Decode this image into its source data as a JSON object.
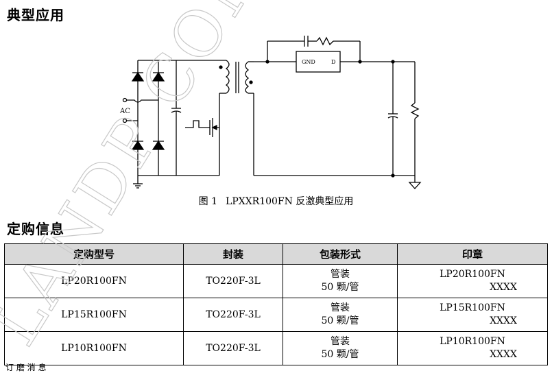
{
  "sections": {
    "application_title": "典型应用",
    "ordering_title": "定购信息"
  },
  "figure": {
    "caption_num": "图 1",
    "caption_text": "LPXXR100FN 反激典型应用",
    "labels": {
      "ac": "AC",
      "gnd": "GND",
      "d": "D"
    }
  },
  "watermark": "LANDP CONFIDENTIAL",
  "table": {
    "headers": [
      "定购型号",
      "封装",
      "包装形式",
      "印章"
    ],
    "rows": [
      {
        "model": "LP20R100FN",
        "package": "TO220F-3L",
        "pack1": "管装",
        "pack2": "50 颗/管",
        "mark1": "LP20R100FN",
        "mark2": "XXXX"
      },
      {
        "model": "LP15R100FN",
        "package": "TO220F-3L",
        "pack1": "管装",
        "pack2": "50 颗/管",
        "mark1": "LP15R100FN",
        "mark2": "XXXX"
      },
      {
        "model": "LP10R100FN",
        "package": "TO220F-3L",
        "pack1": "管装",
        "pack2": "50 颗/管",
        "mark1": "LP10R100FN",
        "mark2": "XXXX"
      }
    ]
  },
  "footer": "订 磨 消 息"
}
